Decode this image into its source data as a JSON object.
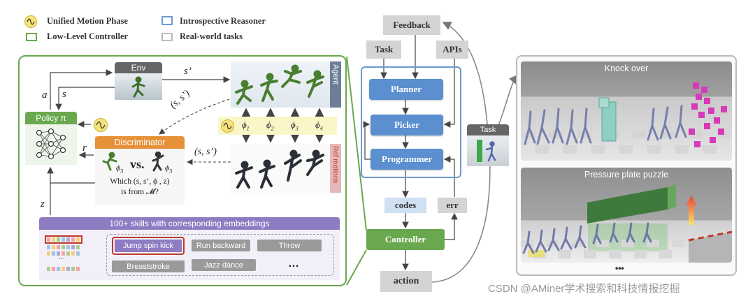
{
  "legend": {
    "motion_phase": "Unified Motion Phase",
    "low_level": "Low-Level Controller",
    "reasoner": "Introspective Reasoner",
    "real_world": "Real-world tasks"
  },
  "left": {
    "env": "Env",
    "s_prime": "s’",
    "a": "a",
    "s": "s",
    "policy": "Policy π",
    "r": "r",
    "z": "z",
    "discriminator": "Discriminator",
    "vs": "vs.",
    "phi3": "ϕ",
    "phi3_sub": "3",
    "question_line1": "Which (s, s’, ϕ , z)",
    "question_line2": "is from 𝓜?",
    "ss_top": "(s, s’)",
    "ss_mid": "(s, s’)",
    "agent": "Agent",
    "ref_motions": "Ref motions",
    "phases": [
      {
        "sym": "ϕ",
        "sub": "1"
      },
      {
        "sym": "ϕ",
        "sub": "2"
      },
      {
        "sym": "ϕ",
        "sub": "3"
      },
      {
        "sym": "ϕ",
        "sub": "4"
      }
    ],
    "skills_title": "100+ skills with corresponding  embeddings",
    "skills": [
      "Jump spin kick",
      "Run backward",
      "Throw",
      "Breaststroke",
      "Jazz dance",
      "…"
    ],
    "skills_ellipsis": "···"
  },
  "middle": {
    "feedback": "Feedback",
    "task": "Task",
    "apis": "APIs",
    "planner": "Planner",
    "picker": "Picker",
    "programmer": "Programmer",
    "codes": "codes",
    "err": "err",
    "controller": "Controller",
    "action": "action",
    "task_label": "Task"
  },
  "right": {
    "knock_over": "Knock over",
    "pressure_plate": "Pressure plate puzzle",
    "ellipsis": "•••"
  },
  "watermark": "CSDN @AMiner学术搜索和科技情报挖掘",
  "colors": {
    "green": "#6aa84f",
    "blue": "#6c9bd2",
    "orange": "#e69138",
    "purple": "#8e7cc3",
    "gray": "#d4d4d4"
  }
}
